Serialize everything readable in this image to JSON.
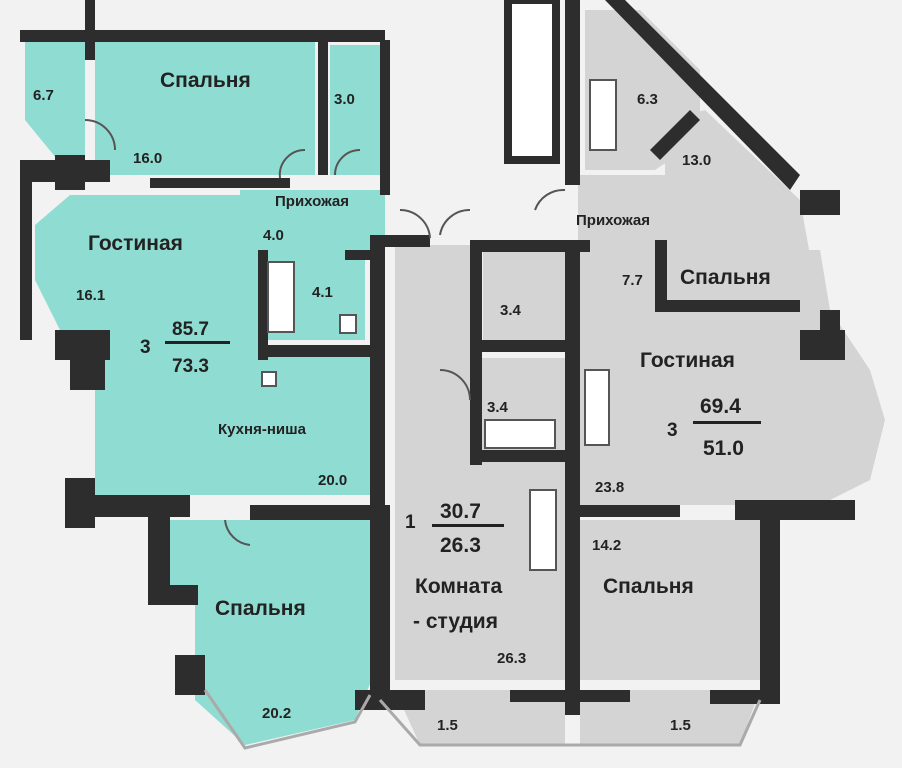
{
  "colors": {
    "teal": "#8fdcd2",
    "gray": "#d4d4d4",
    "wall": "#2d2d2d",
    "background": "#f2f2f2"
  },
  "apartment_left": {
    "rooms": "3",
    "total_area": "85.7",
    "living_area": "73.3",
    "bedroom_top": {
      "name": "Спальня",
      "area": "16.0"
    },
    "balcony_top": {
      "area": "6.7"
    },
    "closet": {
      "area": "3.0"
    },
    "hallway": {
      "name": "Прихожая",
      "area": "4.0"
    },
    "living": {
      "name": "Гостиная",
      "area": "16.1"
    },
    "bath": {
      "area": "4.1"
    },
    "kitchen": {
      "name": "Кухня-ниша",
      "area": "20.0"
    },
    "bedroom_bottom": {
      "name": "Спальня",
      "area": "20.2"
    }
  },
  "apartment_studio": {
    "rooms": "1",
    "total_area": "30.7",
    "living_area": "26.3",
    "room_name_1": "Комната",
    "room_name_2": "- студия",
    "room_area": "26.3",
    "bath": {
      "area": "3.4"
    },
    "closet": {
      "area": "3.4"
    },
    "balcony": {
      "area": "1.5"
    }
  },
  "apartment_right": {
    "rooms": "3",
    "total_area": "69.4",
    "living_area": "51.0",
    "bath": {
      "area": "6.3"
    },
    "bedroom_top": {
      "name": "Спальня",
      "area": "13.0"
    },
    "hallway": {
      "name": "Прихожая",
      "area": "7.7"
    },
    "living": {
      "name": "Гостиная",
      "area": "23.8"
    },
    "bedroom_bottom": {
      "name": "Спальня",
      "area": "14.2"
    },
    "balcony": {
      "area": "1.5"
    }
  }
}
